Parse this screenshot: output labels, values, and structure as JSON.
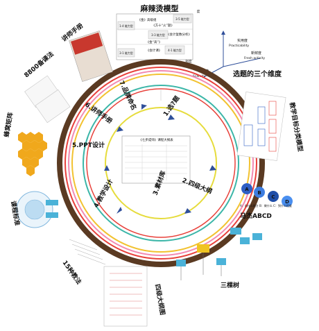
{
  "colors": {
    "outer_ring": "#5a3a22",
    "ring_red": "#e8403a",
    "ring_teal": "#3bb6a8",
    "ring_pink": "#f28ab2",
    "ring_yellow": "#f2c230",
    "ring_inner": "#e6dc3c",
    "arrow": "#2f4f9a",
    "honeycomb": "#f0a81c",
    "abcd_a": "#2f5fc4",
    "abcd_b": "#3d7de0",
    "abcd_c": "#1f4ea8",
    "abcd_d": "#4a8ff0",
    "tree_box": "#4ab2d8",
    "tree_box_yellow": "#f0c420"
  },
  "mala_model": {
    "title": "麻辣烫模型",
    "axis_bottom": "轻度",
    "axis_right_tag": "度",
    "cells": [
      {
        "id": "a",
        "text": "《金》高级组",
        "label": "3-5 能力型"
      },
      {
        "id": "b",
        "text": "《方十“火”题》",
        "label": "1-4 能力型"
      },
      {
        "id": "c",
        "text": "《会计复数分析》",
        "label": "3-3 能力型"
      },
      {
        "id": "d",
        "text": "《金“高”》",
        "label": ""
      },
      {
        "id": "e",
        "text": "《会计课》",
        "label": "4-1 能力型"
      },
      {
        "id": "f",
        "text": "",
        "label": "3-1 能力型"
      }
    ]
  },
  "dimensions": {
    "title": "选题的三个维度",
    "axes": [
      {
        "name": "实用度",
        "sub": "Practicability"
      },
      {
        "name": "新鲜度",
        "sub": "Fresh activity"
      },
      {
        "name": "稀缺度",
        "sub": "Scarcity"
      }
    ]
  },
  "center_doc_title": "《七步成师》课程大纲表",
  "wheel_labels": [
    {
      "id": "w1",
      "text": "1.选?题"
    },
    {
      "id": "w2",
      "text": "2.四级大纲"
    },
    {
      "id": "w3",
      "text": "3.素材库"
    },
    {
      "id": "w4",
      "text": "4.教学设计"
    },
    {
      "id": "w5",
      "text": "5.PPT设计"
    },
    {
      "id": "w6",
      "text": "6.讲师手册"
    },
    {
      "id": "w7",
      "text": "7.品牌命名"
    }
  ],
  "satellites": {
    "handbook": "讲师手册",
    "s8800": "8800备课法",
    "honeycomb": "蜂窝矩阵",
    "classify": "教学目标分类模型",
    "abcd": {
      "title": "马杰ABCD",
      "letters": [
        "A",
        "B",
        "C",
        "D"
      ],
      "note": "A：向什么地方 B：做什么 C：到什么程度"
    },
    "tree": "三棵树",
    "outline": "四级大纲图",
    "fifteen": "15种教法",
    "course": "课程标准"
  }
}
